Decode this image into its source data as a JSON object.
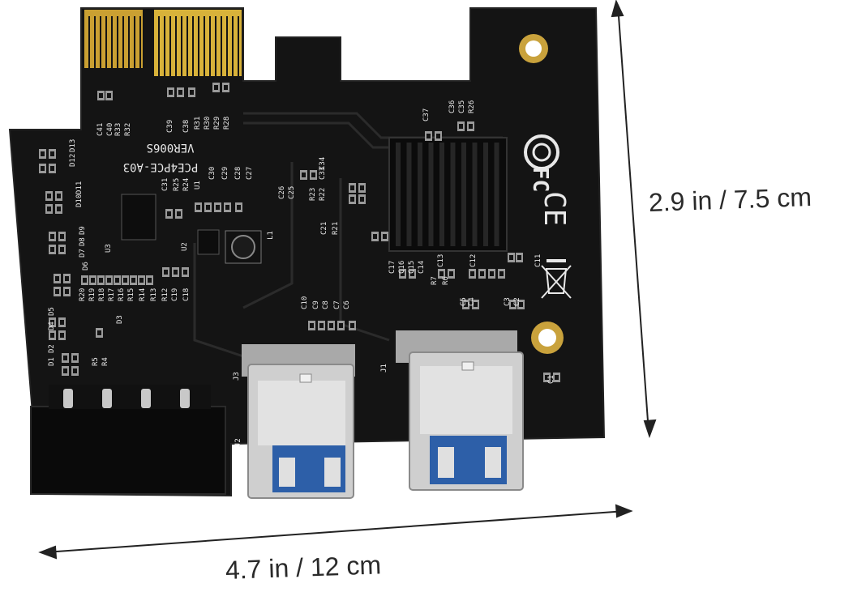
{
  "dimensions": {
    "height_label": "2.9 in / 7.5 cm",
    "width_label": "4.7 in / 12 cm"
  },
  "board": {
    "model_text": "VER006S",
    "part_text": "PCE4PCE-A03",
    "cert_marks": [
      "FC",
      "CE"
    ],
    "component_labels": [
      "C41",
      "C40",
      "R33",
      "R32",
      "C39",
      "C38",
      "R31",
      "R30",
      "R29",
      "R28",
      "C37",
      "C36",
      "C35",
      "R26",
      "D13",
      "D12",
      "D11",
      "D10",
      "D9",
      "D8",
      "D7",
      "D6",
      "D5",
      "D4",
      "D3",
      "D2",
      "D1",
      "R20",
      "R19",
      "R18",
      "R17",
      "R16",
      "R15",
      "R14",
      "R13",
      "R12",
      "C19",
      "C18",
      "U3",
      "U2",
      "U1",
      "L1",
      "C30",
      "C29",
      "C28",
      "C27",
      "C31",
      "R25",
      "R24",
      "C34",
      "C33",
      "R23",
      "R22",
      "C26",
      "C25",
      "C21",
      "R21",
      "C17",
      "C16",
      "C15",
      "C14",
      "C13",
      "R7",
      "R6",
      "R5",
      "R4",
      "C12",
      "C11",
      "C10",
      "C9",
      "C8",
      "C7",
      "C6",
      "C5",
      "C4",
      "C3",
      "C2",
      "C1",
      "J1",
      "J2",
      "J3"
    ],
    "colors": {
      "pcb": "#141414",
      "gold": "#d8b23a",
      "silkscreen": "#e8e8e8",
      "usb_metal": "#cfcfcf",
      "usb_insert": "#2d5fa8",
      "heatsink": "#0b0b0b"
    },
    "icons": [
      "fcc-logo-icon",
      "ce-mark-icon",
      "weee-bin-icon"
    ]
  }
}
